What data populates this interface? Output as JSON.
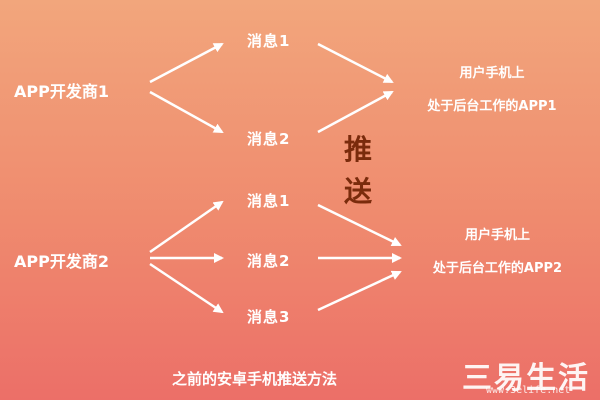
{
  "developers": [
    {
      "label": "APP开发商1"
    },
    {
      "label": "APP开发商2"
    }
  ],
  "messages_group1": [
    "消息1",
    "消息2"
  ],
  "messages_group2": [
    "消息1",
    "消息2",
    "消息3"
  ],
  "targets": [
    {
      "line1": "用户手机上",
      "line2": "处于后台工作的APP1"
    },
    {
      "line1": "用户手机上",
      "line2": "处于后台工作的APP2"
    }
  ],
  "push_label": [
    "推",
    "送"
  ],
  "caption": "之前的安卓手机推送方法",
  "watermark": {
    "brand": "三易生活",
    "url": "www.3elife.net"
  },
  "colors": {
    "arrow": "#ffffff",
    "push_text": "#7a2b0c",
    "bg_top": "#f2a67c",
    "bg_bottom": "#ec6f68"
  }
}
